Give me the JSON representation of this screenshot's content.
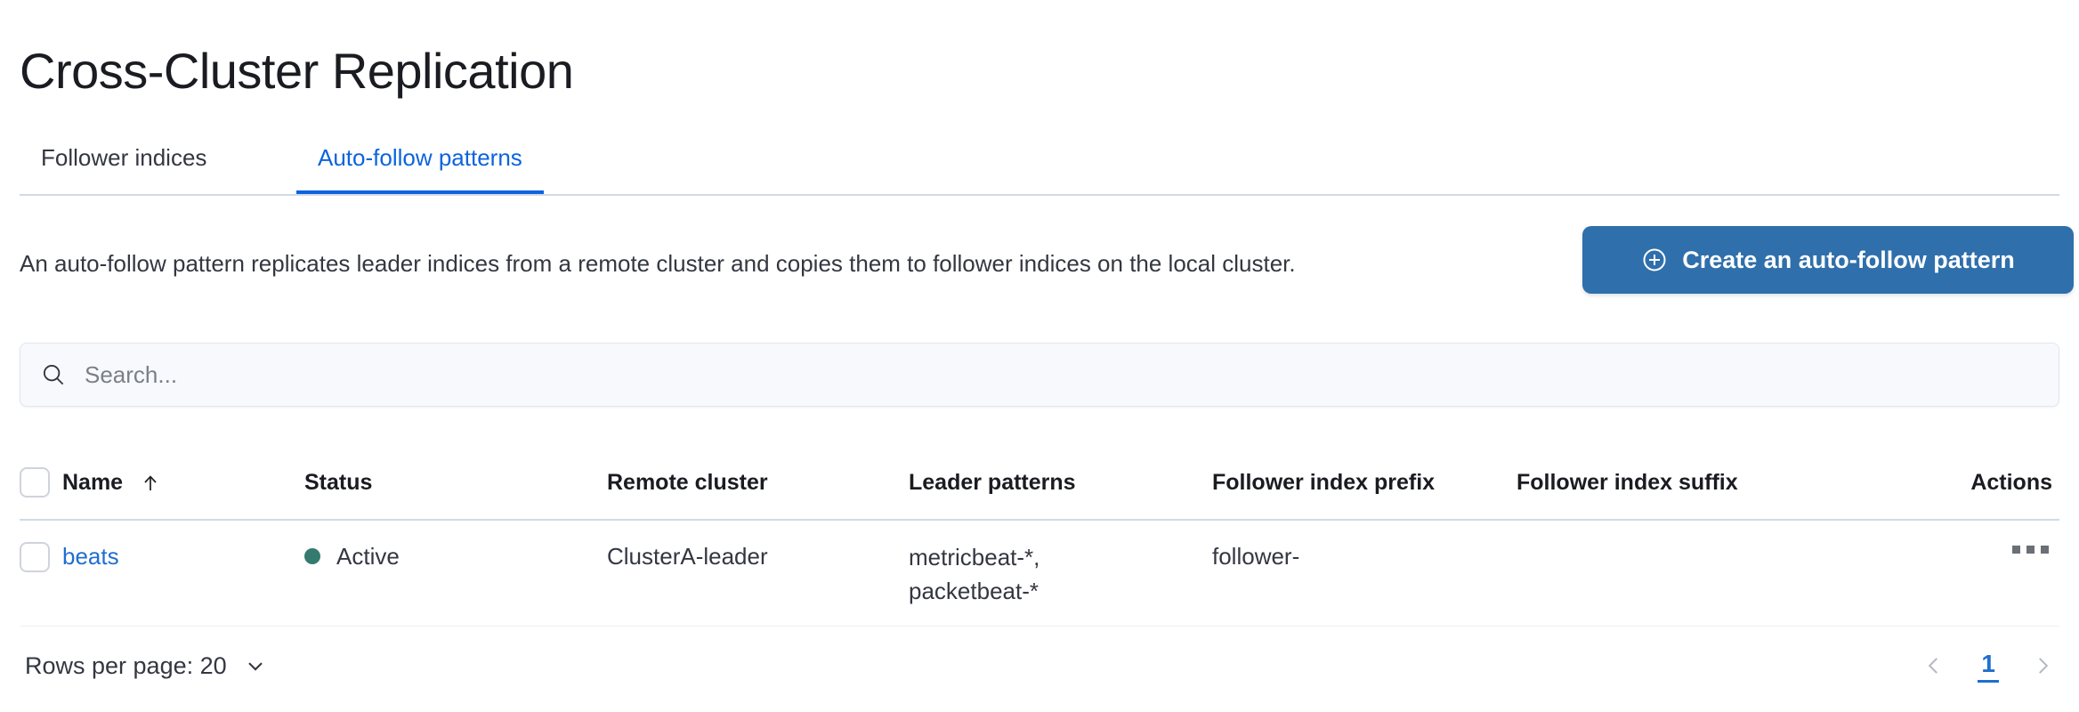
{
  "header": {
    "title": "Cross-Cluster Replication"
  },
  "tabs": [
    {
      "label": "Follower indices",
      "active": false
    },
    {
      "label": "Auto-follow patterns",
      "active": true
    }
  ],
  "intro": {
    "description": "An auto-follow pattern replicates leader indices from a remote cluster and copies them to follower indices on the local cluster.",
    "create_button_label": "Create an auto-follow pattern",
    "create_button_icon": "plus-in-circle-icon",
    "create_button_color": "#2f6fab"
  },
  "search": {
    "placeholder": "Search...",
    "value": "",
    "icon": "search-icon"
  },
  "table": {
    "columns": [
      {
        "key": "name",
        "label": "Name",
        "sorted": true,
        "sort_direction": "asc",
        "sort_icon": "arrow-up-icon"
      },
      {
        "key": "status",
        "label": "Status"
      },
      {
        "key": "remote_cluster",
        "label": "Remote cluster"
      },
      {
        "key": "leader_patterns",
        "label": "Leader patterns"
      },
      {
        "key": "follower_index_prefix",
        "label": "Follower index prefix"
      },
      {
        "key": "follower_index_suffix",
        "label": "Follower index suffix"
      },
      {
        "key": "actions",
        "label": "Actions"
      }
    ],
    "select_all_checkbox": {
      "checked": false,
      "name": "select-all-checkbox"
    },
    "rows": [
      {
        "selected": false,
        "name": "beats",
        "status": "Active",
        "status_color": "#357a6e",
        "remote_cluster": "ClusterA-leader",
        "leader_patterns": [
          "metricbeat-*,",
          "packetbeat-*"
        ],
        "follower_index_prefix": "follower-",
        "follower_index_suffix": "",
        "actions_icon": "ellipsis-horizontal-icon"
      }
    ]
  },
  "footer": {
    "rows_per_page_label": "Rows per page: 20",
    "rows_per_page_value": "20",
    "chevron_icon": "chevron-down-icon",
    "pagination": {
      "prev_icon": "chevron-left-icon",
      "next_icon": "chevron-right-icon",
      "pages": [
        "1"
      ],
      "current_page": "1"
    }
  }
}
